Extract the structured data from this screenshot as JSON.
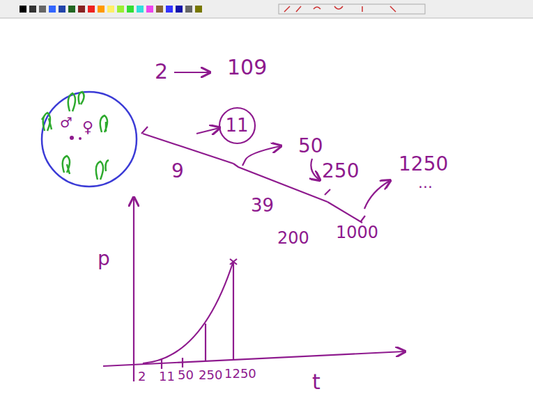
{
  "diagram": {
    "nodes": [
      {
        "text": [
          "11"
        ]
      }
    ],
    "labels": [
      "♂",
      "♀",
      "2",
      "109",
      "9",
      "50",
      "250",
      "39",
      "1250",
      "...",
      "200",
      "1000",
      "p",
      "t",
      "2",
      "11",
      "50",
      "250",
      "1250"
    ]
  }
}
